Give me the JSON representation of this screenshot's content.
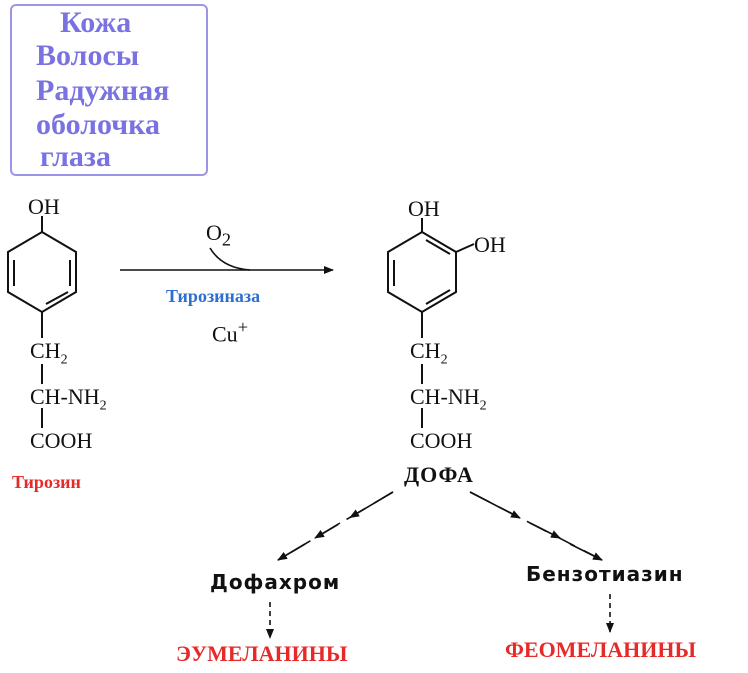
{
  "legend": {
    "lines": [
      "Кожа",
      "Волосы",
      "Радужная",
      "оболочка",
      "глаза"
    ],
    "text_color": "#7a72e0",
    "border_color": "#9b95e8"
  },
  "tyrosine": {
    "oh": "OH",
    "ch2": "CH",
    "ch2_sub": "2",
    "chnh2": "CH-NH",
    "chnh2_sub": "2",
    "cooh": "COOH",
    "name": "Тирозин"
  },
  "reaction": {
    "o2": "O",
    "o2_sub": "2",
    "enzyme": "Тирозиназа",
    "cofactor": "Cu",
    "cofactor_sup": "+"
  },
  "dopa": {
    "oh1": "OH",
    "oh2": "OH",
    "ch2": "CH",
    "ch2_sub": "2",
    "chnh2": "CH-NH",
    "chnh2_sub": "2",
    "cooh": "COOH",
    "name": "ДОФА"
  },
  "branches": {
    "left_intermediate": "Дофахром",
    "right_intermediate": "Бензотиазин",
    "left_product": "ЭУМЕЛАНИНЫ",
    "right_product": "ФЕОМЕЛАНИНЫ"
  },
  "colors": {
    "red": "#e62a2a",
    "blue": "#2d6fd1"
  }
}
